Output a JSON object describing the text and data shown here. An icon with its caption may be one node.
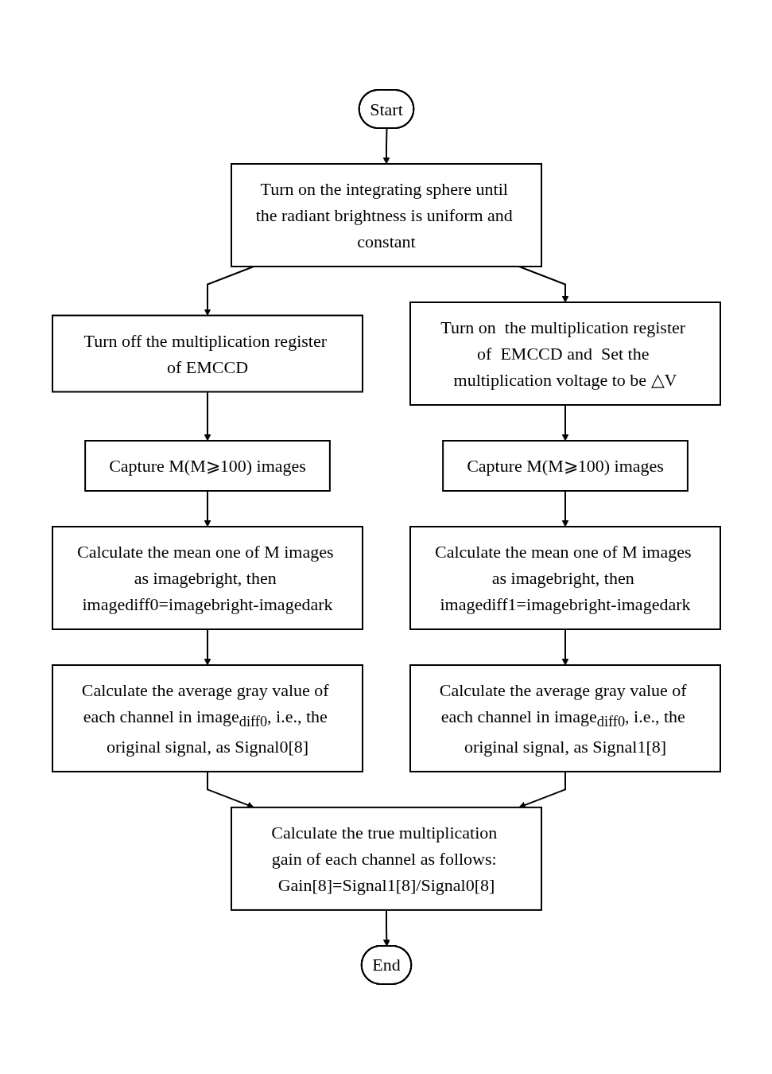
{
  "diagram": {
    "nodes": [
      {
        "text": [
          "Start"
        ]
      },
      {
        "text": [
          "Turn on the integrating sphere until the radiant brightness is uniform and constant"
        ]
      },
      {
        "text": [
          "Turn off the multiplication register of EMCCD"
        ]
      },
      {
        "text": [
          "Capture M(M⩾100) images"
        ]
      },
      {
        "text": [
          "Calculate the mean one of M images as imagebright, then imagediff0=imagebright-imagedark"
        ]
      },
      {
        "text": [
          "Calculate the average gray value of each channel in image$_{diff0}$, i.e., the original signal, as Signal0[8]"
        ]
      },
      {
        "text": [
          "Turn on  the multiplication register of  EMCCD and  Set the multiplication voltage to be △V"
        ]
      },
      {
        "text": [
          "Capture M(M⩾100) images"
        ]
      },
      {
        "text": [
          "Calculate the mean one of M images as imagebright, then imagediff1=imagebright-imagedark"
        ]
      },
      {
        "text": [
          "Calculate the average gray value of each channel in image$_{diff0}$, i.e., the original signal, as Signal1[8]"
        ]
      },
      {
        "text": [
          "Calculate the true multiplication gain of each channel as follows: Gain[8]=Signal1[8]/Signal0[8]"
        ]
      },
      {
        "text": [
          "End"
        ]
      }
    ],
    "edges": [
      {
        "from": 0,
        "to": 1,
        "arrow": "to"
      },
      {
        "from": 1,
        "to": 2,
        "arrow": "to"
      },
      {
        "from": 1,
        "to": 6,
        "arrow": "to"
      },
      {
        "from": 2,
        "to": 3,
        "arrow": "to"
      },
      {
        "from": 3,
        "to": 4,
        "arrow": "to"
      },
      {
        "from": 4,
        "to": 5,
        "arrow": "to"
      },
      {
        "from": 6,
        "to": 7,
        "arrow": "to"
      },
      {
        "from": 7,
        "to": 8,
        "arrow": "to"
      },
      {
        "from": 8,
        "to": 9,
        "arrow": "to"
      },
      {
        "from": 5,
        "to": 10,
        "arrow": "to"
      },
      {
        "from": 9,
        "to": 10,
        "arrow": "to"
      },
      {
        "from": 10,
        "to": 11,
        "arrow": "to"
      }
    ]
  }
}
